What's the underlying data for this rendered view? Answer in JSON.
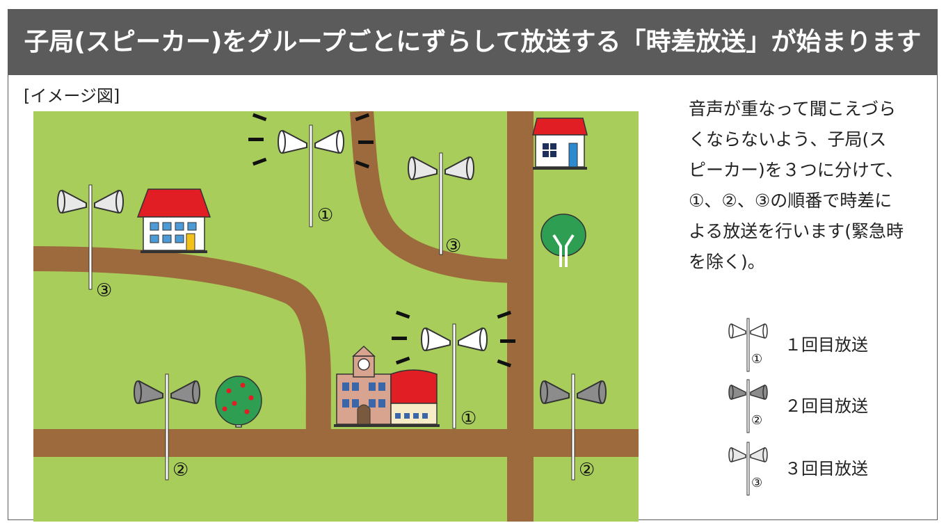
{
  "title": "子局(スピーカー)をグループごとにずらして放送する「時差放送」が始まります",
  "image_label": "[イメージ図]",
  "description": [
    "音声が重なって聞こえづら",
    "くならないよう、子局(ス",
    "ピーカー)を３つに分けて、",
    "①、②、③の順番で時差に",
    "よる放送を行います(緊急時",
    "を除く)。"
  ],
  "legend": [
    {
      "label": "１回目放送",
      "marker": "①",
      "color": "#ffffff"
    },
    {
      "label": "２回目放送",
      "marker": "②",
      "color": "#8c8c8c"
    },
    {
      "label": "３回目放送",
      "marker": "③",
      "color": "#e8e8e8"
    }
  ],
  "speakers": [
    {
      "marker": "①",
      "group": 1,
      "broadcasting": true
    },
    {
      "marker": "③",
      "group": 3,
      "broadcasting": false
    },
    {
      "marker": "③",
      "group": 3,
      "broadcasting": false
    },
    {
      "marker": "①",
      "group": 1,
      "broadcasting": true
    },
    {
      "marker": "②",
      "group": 2,
      "broadcasting": false
    },
    {
      "marker": "②",
      "group": 2,
      "broadcasting": false
    }
  ],
  "colors": {
    "title_bg": "#5b5b5b",
    "grass": "#a8cd5a",
    "road": "#9c6a3c",
    "roof": "#e01e24",
    "speaker_group1": "#ffffff",
    "speaker_group2": "#8c8c8c",
    "speaker_group3": "#e8e8e8"
  },
  "icons": [
    "speaker-icon",
    "house-icon",
    "school-icon",
    "tree-icon",
    "apple-tree-icon",
    "sound-wave-icon"
  ]
}
